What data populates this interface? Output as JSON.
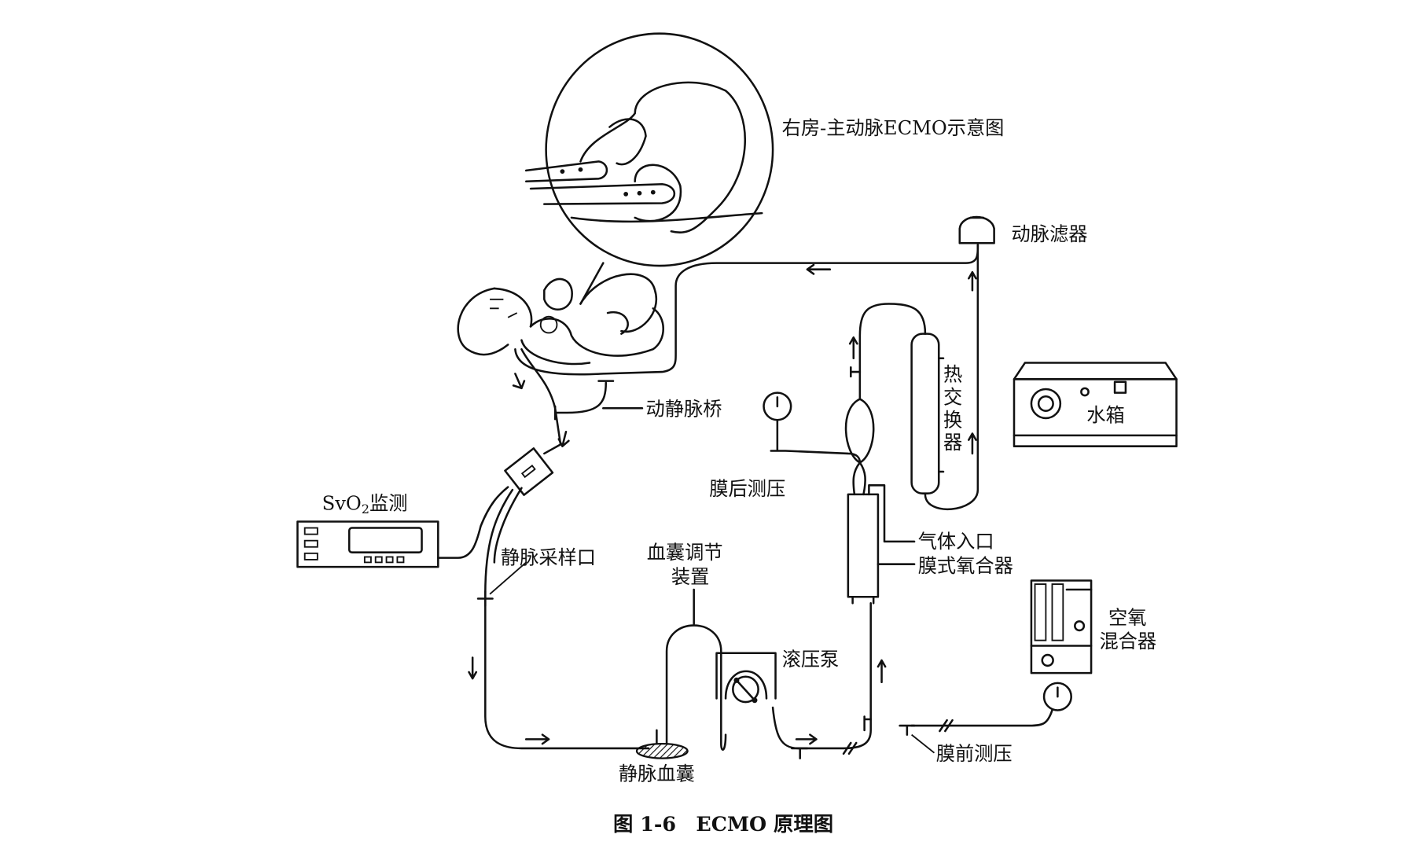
{
  "labels": {
    "inset_title": "右房-主动脉ECMO示意图",
    "arterial_filter": "动脉滤器",
    "heat_exchanger": [
      "热",
      "交",
      "换",
      "器"
    ],
    "water_tank": "水箱",
    "av_bridge": "动静脉桥",
    "post_membrane_pressure": "膜后测压",
    "svo2_monitor_base": "SvO",
    "svo2_monitor_sub": "2",
    "svo2_monitor_rest": "监测",
    "gas_inlet": "气体入口",
    "membrane_oxygenator": "膜式氧合器",
    "venous_sampling_port": "静脉采样口",
    "bladder_regulator_line1": "血囊调节",
    "bladder_regulator_line2": "装置",
    "roller_pump": "滚压泵",
    "air_oxygen_mixer_line1": "空氧",
    "air_oxygen_mixer_line2": "混合器",
    "venous_bladder": "静脉血囊",
    "pre_membrane_pressure": "膜前测压"
  },
  "caption": "图 1-6　ECMO 原理图"
}
